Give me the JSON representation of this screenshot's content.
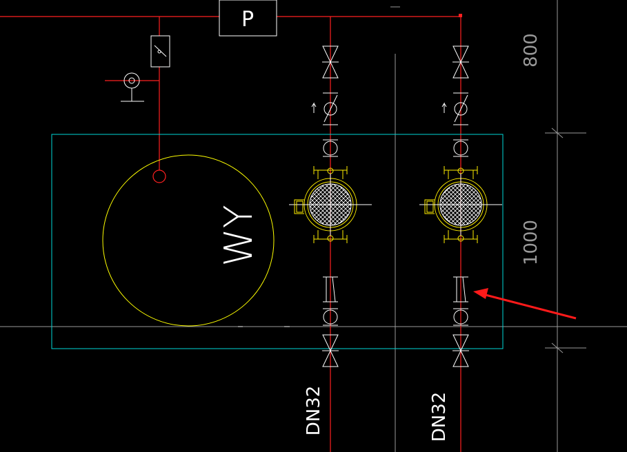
{
  "colors": {
    "background": "#000000",
    "pipe": "#ff2020",
    "symbol": "#ffffff",
    "tank": "#ffff00",
    "frame": "#00d8d8",
    "filter": "#ffee00",
    "guide": "#9a9a9a",
    "arrow": "#ff1a1a"
  },
  "labels": {
    "pump": "P",
    "tank": "WY",
    "pipe_left": "DN32",
    "pipe_right": "DN32",
    "dim_top": "800",
    "dim_mid": "1000"
  },
  "symbols": {
    "left_branch": [
      "gate-valve",
      "check-valve",
      "union",
      "y-strainer",
      "flexible-joint",
      "union",
      "gate-valve"
    ],
    "right_branch": [
      "gate-valve",
      "check-valve",
      "union",
      "y-strainer",
      "flexible-joint",
      "union",
      "gate-valve"
    ]
  }
}
